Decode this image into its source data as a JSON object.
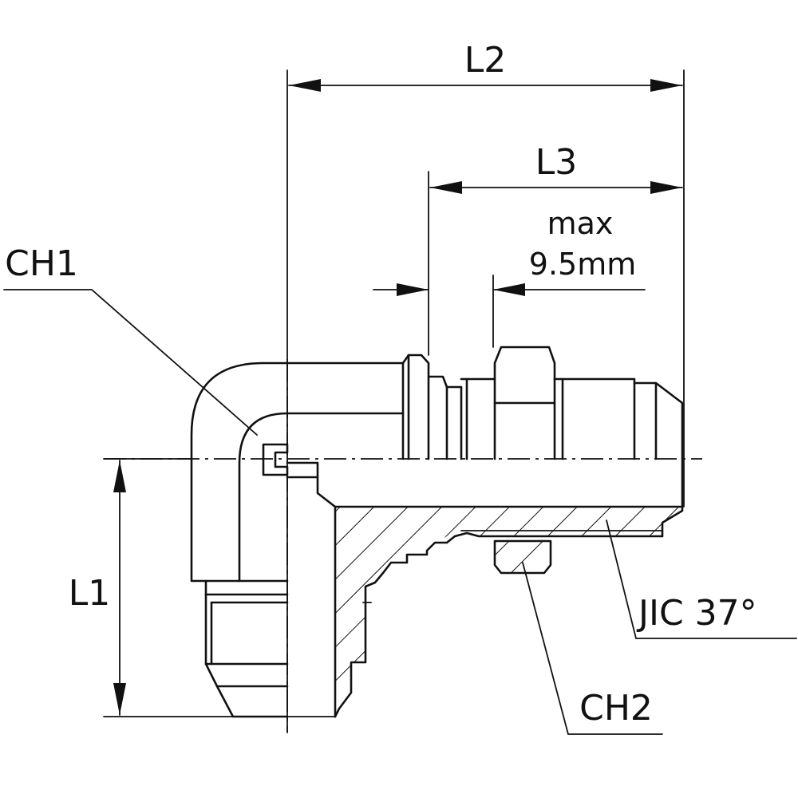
{
  "labels": {
    "l2": "L2",
    "l3": "L3",
    "max_line1": "max",
    "max_line2": "9.5mm",
    "ch1": "CH1",
    "l1": "L1",
    "jic": "JIC  37°",
    "ch2": "CH2"
  }
}
